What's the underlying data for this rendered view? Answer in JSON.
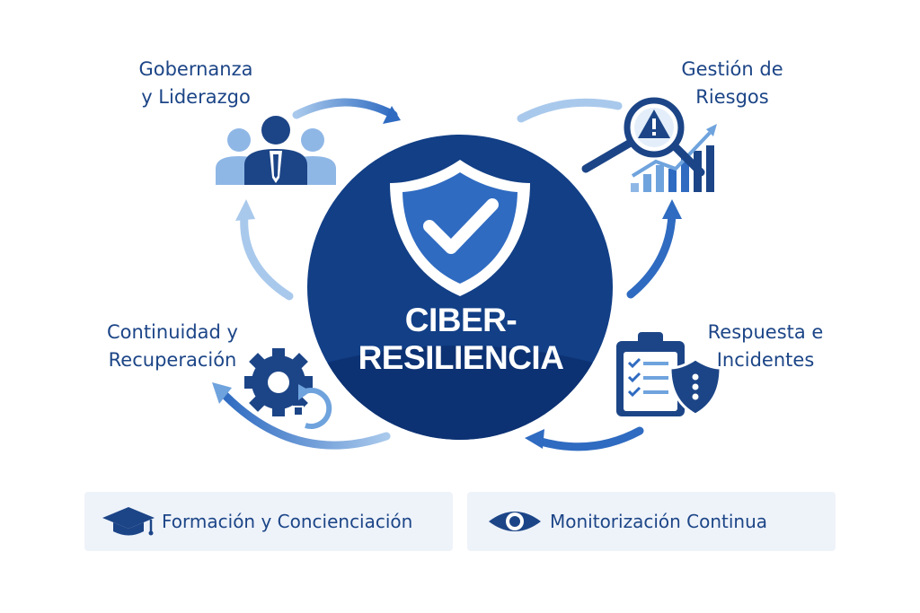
{
  "center": {
    "title": "CIBER-RESILIENCIA",
    "icon": "shield-check-icon"
  },
  "pillars": {
    "governance": {
      "lines": [
        "Gobernanza",
        "y Liderazgo"
      ],
      "icon": "team-leader-icon"
    },
    "risk": {
      "lines": [
        "Gestión de",
        "Riesgos"
      ],
      "icon": "risk-magnifier-chart-icon"
    },
    "response": {
      "lines": [
        "Respuesta e",
        "Incidentes"
      ],
      "icon": "clipboard-shield-icon"
    },
    "continuity": {
      "lines": [
        "Continuidad y",
        "Recuperación"
      ],
      "icon": "gear-recovery-icon"
    }
  },
  "footer": {
    "training": {
      "label": "Formación y Concienciación",
      "icon": "graduation-cap-icon"
    },
    "monitoring": {
      "label": "Monitorización Continua",
      "icon": "eye-icon"
    }
  },
  "colors": {
    "navy": "#1c4587",
    "dark_blue": "#123f86",
    "mid_blue": "#2f6bc1",
    "light_blue": "#6fa3dd",
    "pale_blue": "#a9c9ec",
    "card_bg": "#eef3fa"
  }
}
